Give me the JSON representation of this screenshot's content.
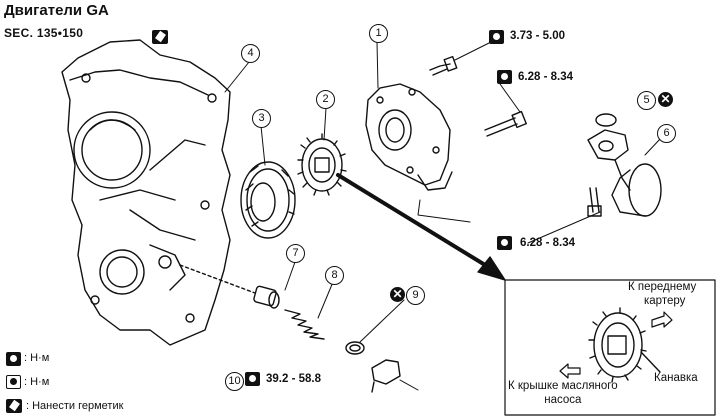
{
  "title": "Двигатели GA",
  "section": "SEC. 135•150",
  "callouts": [
    "1",
    "2",
    "3",
    "4",
    "5",
    "6",
    "7",
    "8",
    "9",
    "10"
  ],
  "torques": {
    "t1": "3.73 - 5.00",
    "t2": "6.28 - 8.34",
    "t3": "6.28 - 8.34",
    "t4": "39.2 - 58.8"
  },
  "inset": {
    "to_front_cover_line1": "К переднему",
    "to_front_cover_line2": "картеру",
    "groove": "Канавка",
    "to_pump_cover_line1": "К крышке масляного",
    "to_pump_cover_line2": "насоса"
  },
  "legend": {
    "nm_1": ": Н·м",
    "nm_2": ": Н·м",
    "sealant": ": Нанести герметик"
  },
  "icons": {
    "torque": "wrench-torque-icon",
    "sealant": "sealant-tube-icon",
    "replace": "x-circle-replace-icon"
  }
}
